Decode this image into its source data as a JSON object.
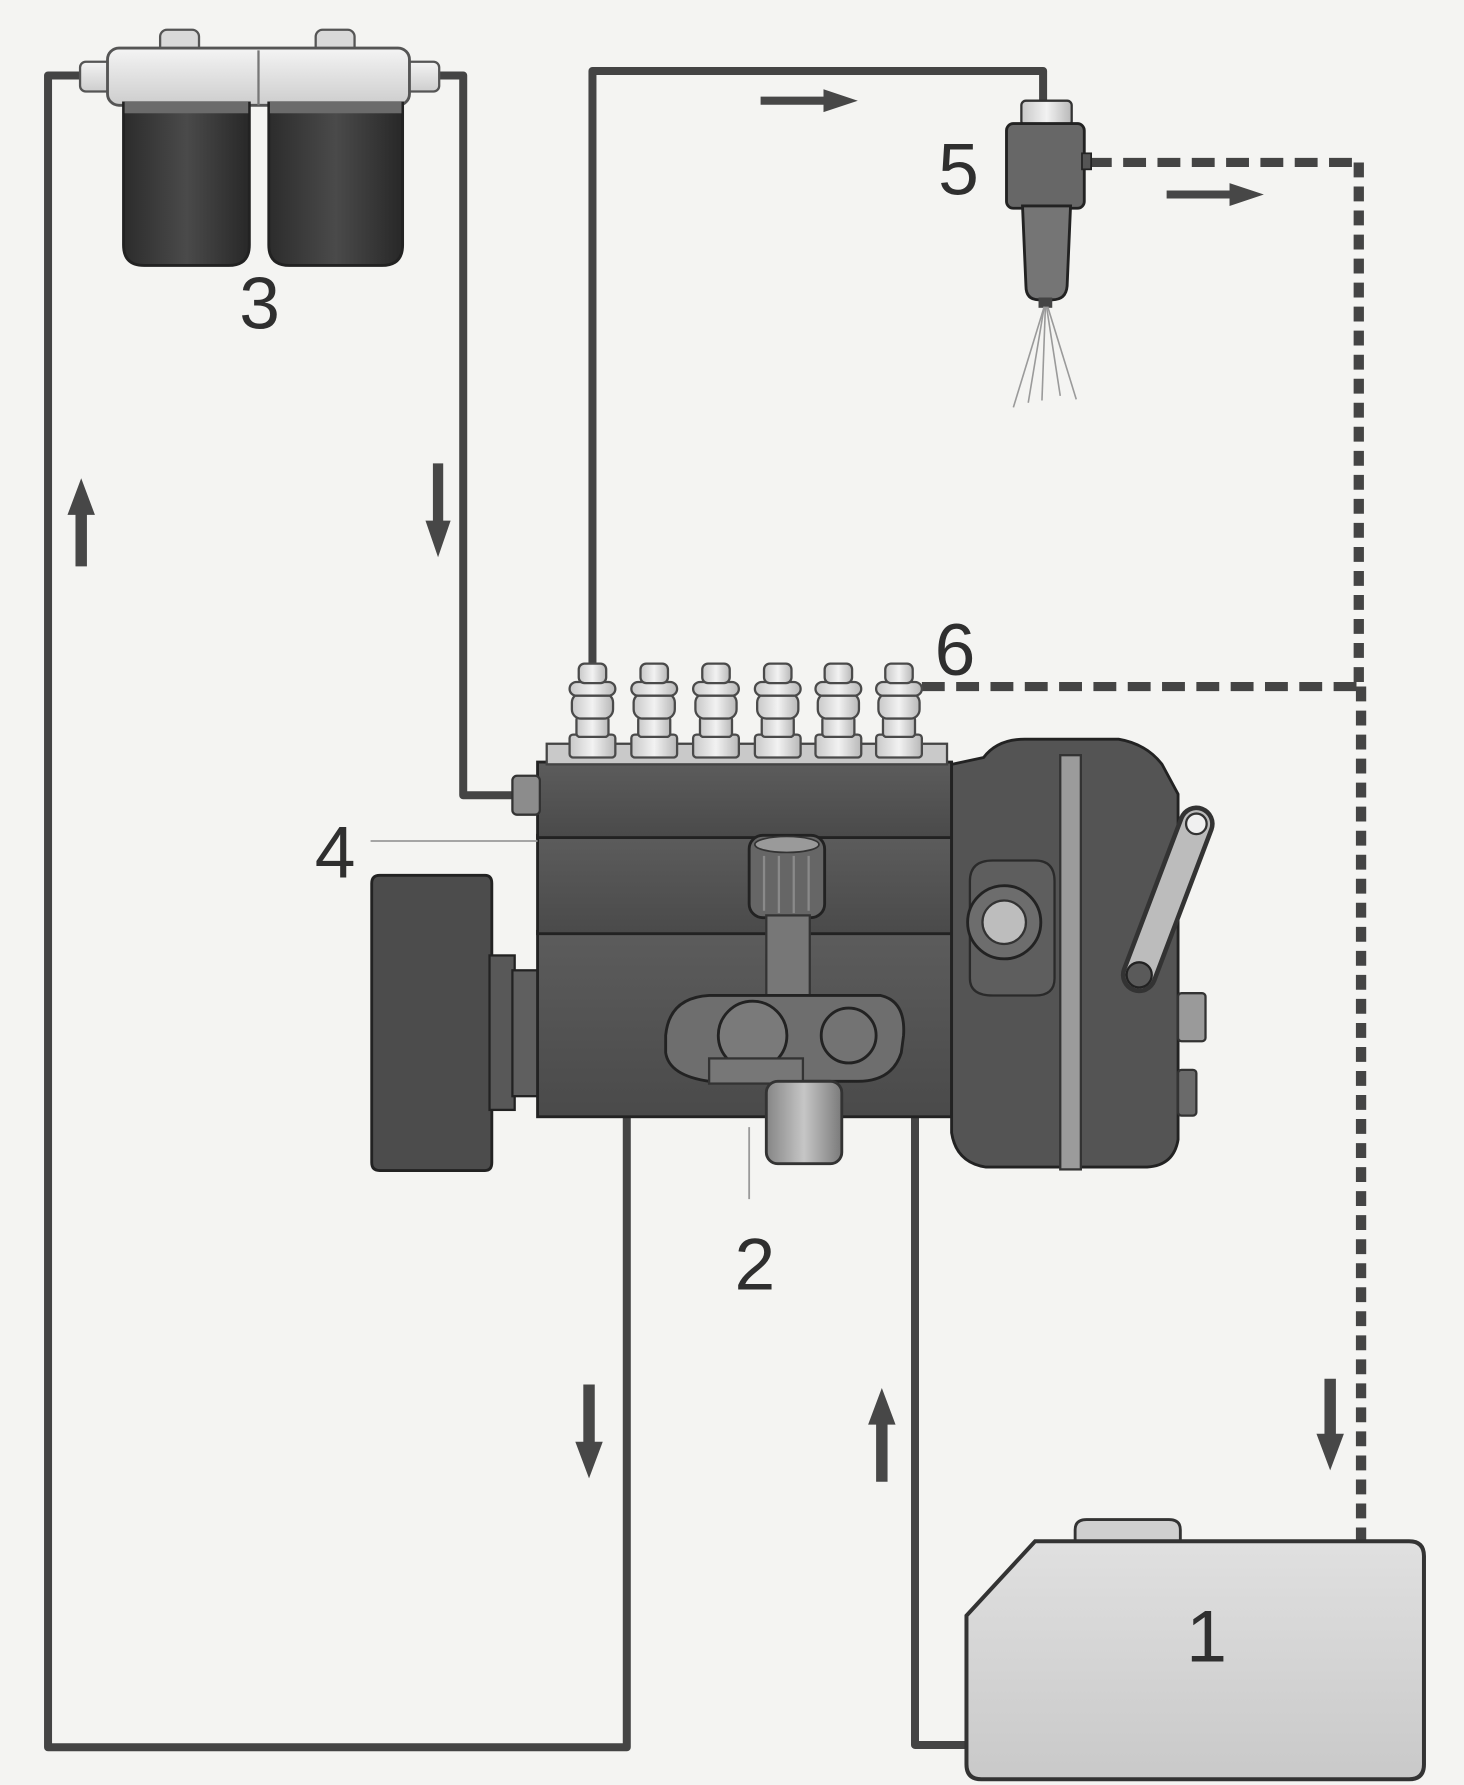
{
  "labels": {
    "tank": "1",
    "transfer_pump": "2",
    "filter": "3",
    "injection_pump": "4",
    "injector": "5",
    "return_line": "6"
  },
  "colors": {
    "line": "#444444",
    "label": "#2f2f2f"
  }
}
